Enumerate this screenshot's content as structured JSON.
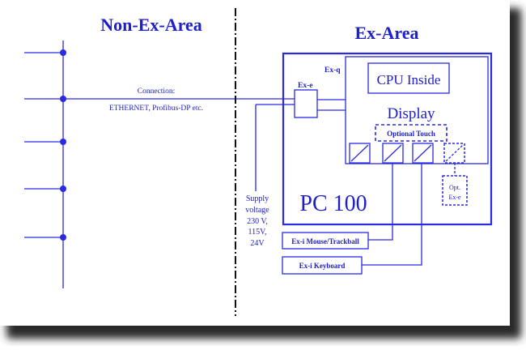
{
  "areas": {
    "non_ex": "Non-Ex-Area",
    "ex": "Ex-Area"
  },
  "connection": {
    "line1": "Connection:",
    "line2": "ETHERNET, Profibus-DP etc."
  },
  "supply": [
    "Supply",
    "voltage",
    "230 V,",
    "115V,",
    "24V"
  ],
  "ex_e": "Ex-e",
  "ex_q": "Ex-q",
  "cpu": "CPU Inside",
  "display": "Display",
  "optional_touch": "Optional Touch",
  "pc": "PC 100",
  "opt_ex_e": [
    "Opt.",
    "Ex-e"
  ],
  "mouse": "Ex-i Mouse/Trackball",
  "keyboard": "Ex-i Keyboard",
  "colors": {
    "line": "#2a2ae0",
    "text": "#2020c8",
    "separator": "#111111",
    "shadow": "#2a2a2a"
  }
}
